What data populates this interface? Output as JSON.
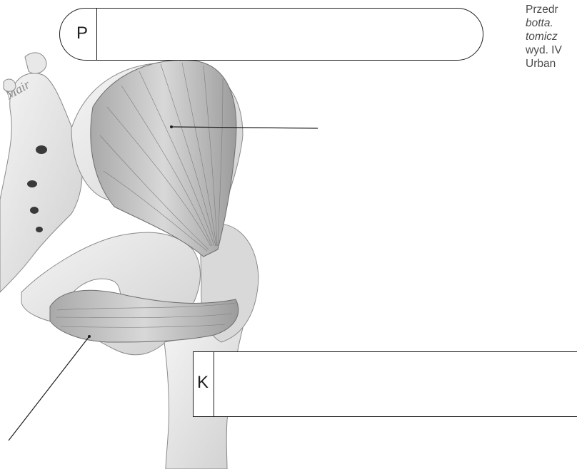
{
  "label_p": {
    "letter": "P",
    "answer": ""
  },
  "label_k": {
    "letter": "K",
    "answer": ""
  },
  "caption": {
    "line1": "Przedr",
    "line2": "botta. ",
    "line3": "tomicz",
    "line4": "wyd. IV",
    "line5": "Urban"
  },
  "illustration": {
    "signature": "Mair"
  },
  "colors": {
    "outline": "#1e1e1e",
    "bone": "#e6e6e6",
    "muscle": "#bdbdbd",
    "caption": "#4a4a4a"
  }
}
